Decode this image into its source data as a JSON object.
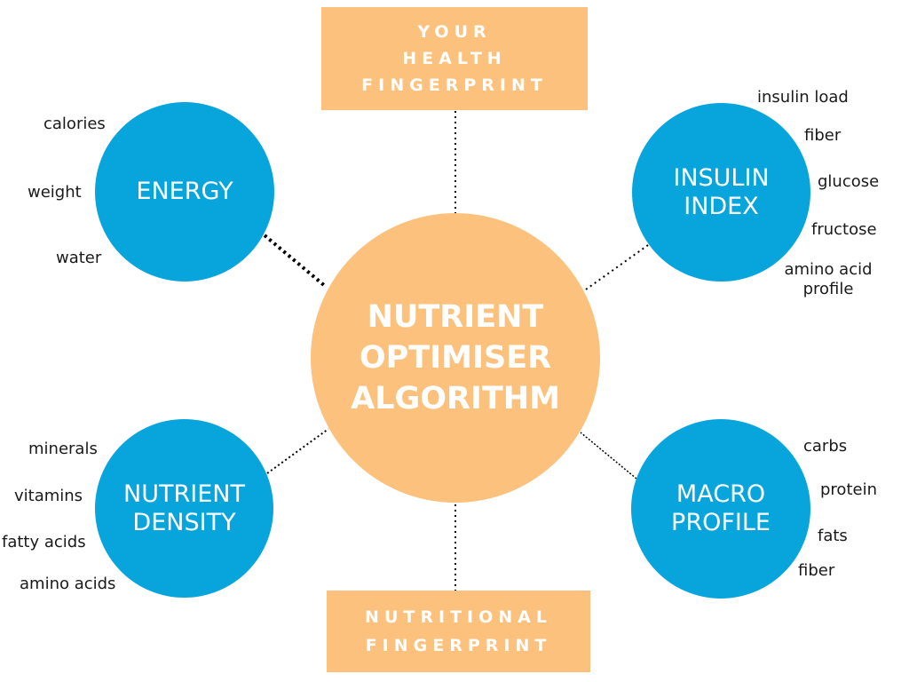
{
  "colors": {
    "orange": "#fcc27d",
    "blue": "#08a5dd",
    "text": "#1a1a1a",
    "connector": "#000000"
  },
  "top_box": {
    "lines": [
      "YOUR",
      "HEALTH",
      "FINGERPRINT"
    ]
  },
  "bottom_box": {
    "lines": [
      "NUTRITIONAL",
      "FINGERPRINT"
    ]
  },
  "center": {
    "lines": [
      "NUTRIENT",
      "OPTIMISER",
      "ALGORITHM"
    ]
  },
  "energy": {
    "title": "ENERGY",
    "items": [
      "calories",
      "weight",
      "water"
    ]
  },
  "insulin": {
    "title_lines": [
      "INSULIN",
      "INDEX"
    ],
    "items": [
      "insulin load",
      "fiber",
      "glucose",
      "fructose",
      "amino acid profile"
    ]
  },
  "density": {
    "title_lines": [
      "NUTRIENT",
      "DENSITY"
    ],
    "items": [
      "minerals",
      "vitamins",
      "fatty acids",
      "amino acids"
    ]
  },
  "macro": {
    "title_lines": [
      "MACRO",
      "PROFILE"
    ],
    "items": [
      "carbs",
      "protein",
      "fats",
      "fiber"
    ]
  }
}
